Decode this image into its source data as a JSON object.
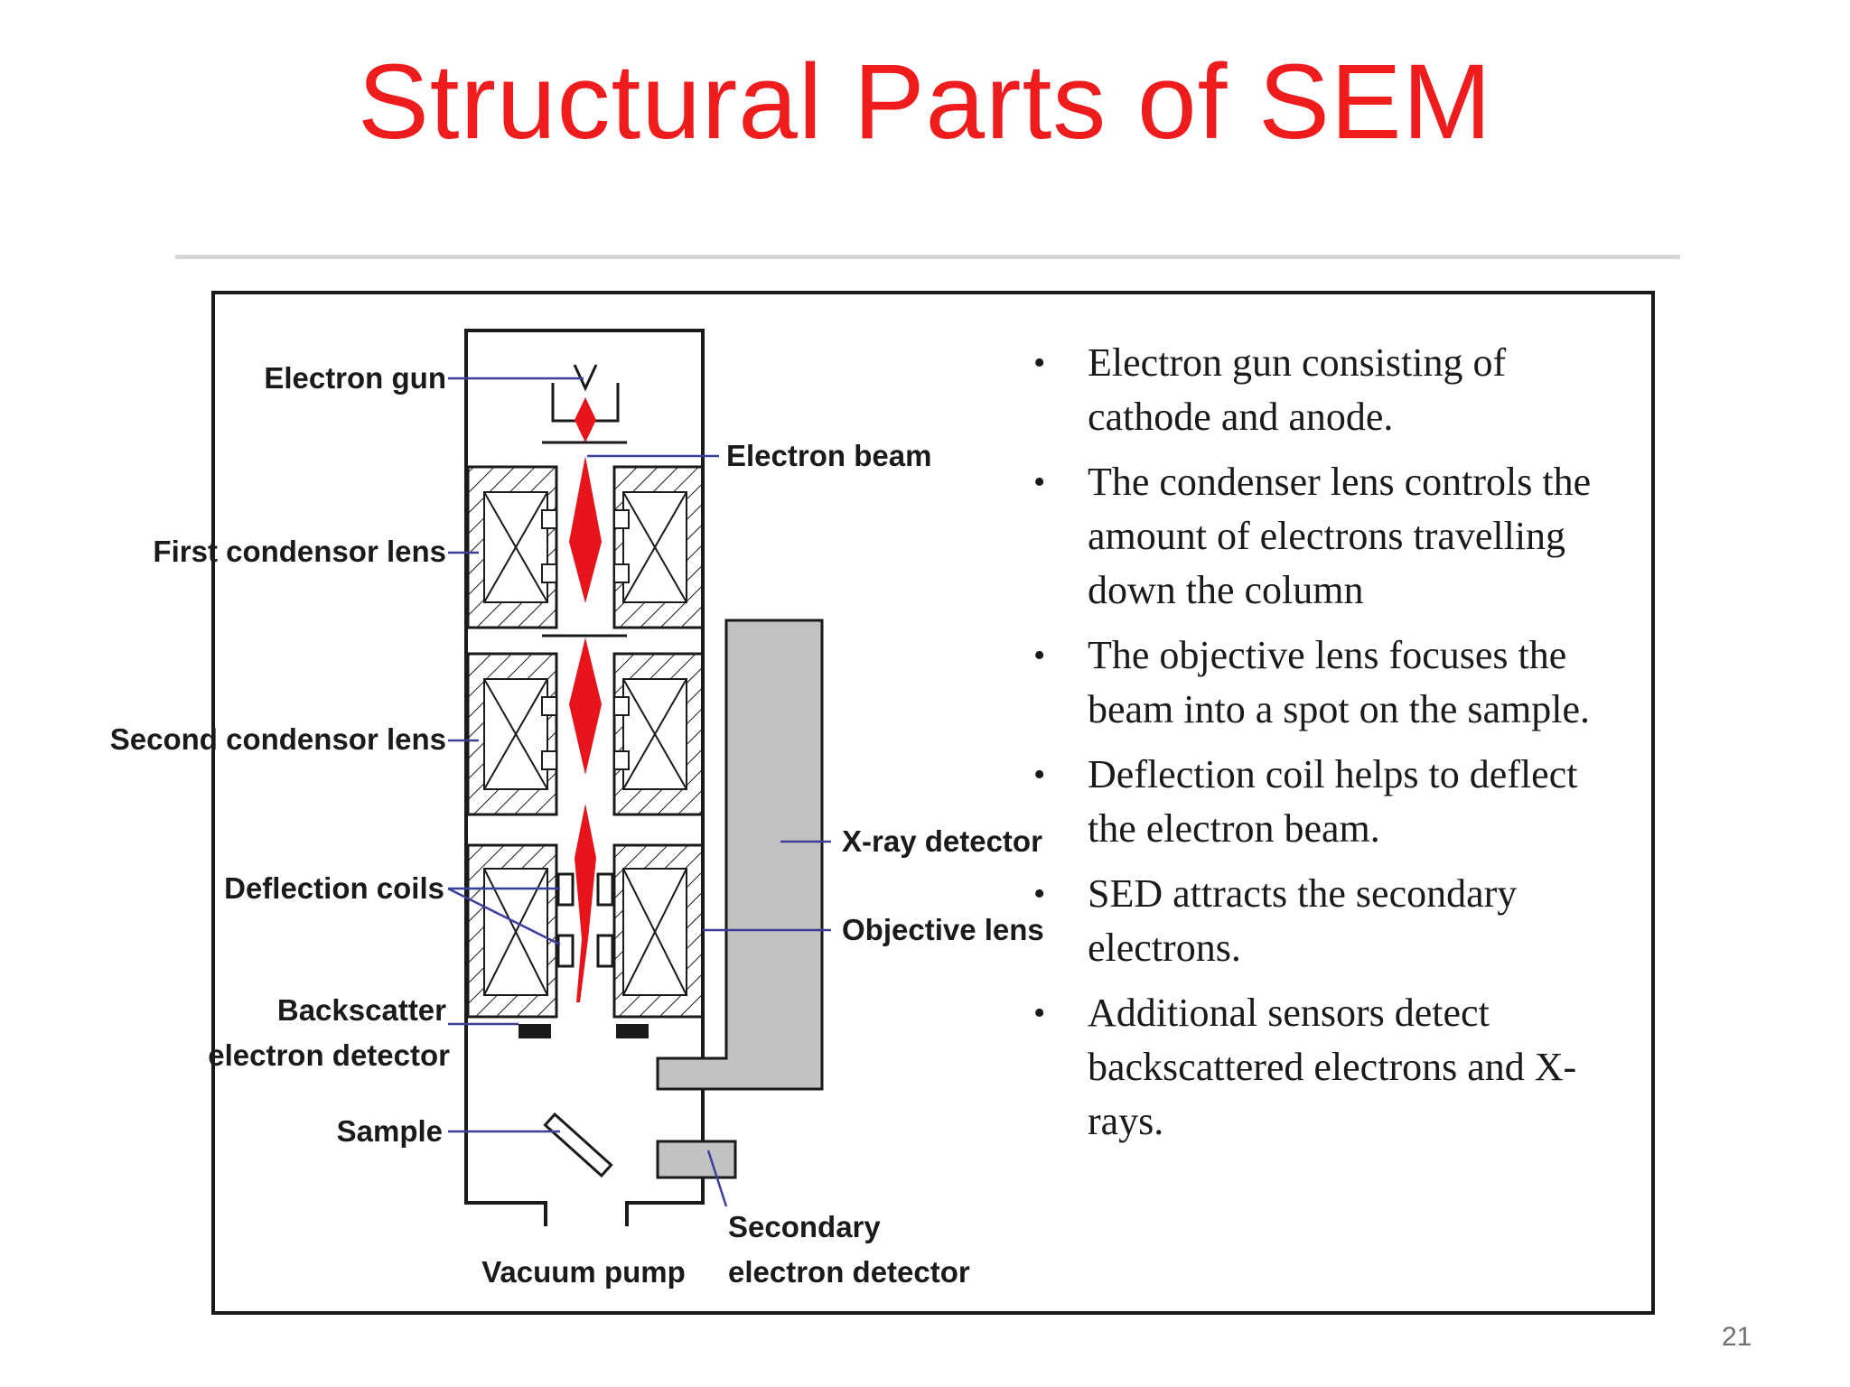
{
  "slide": {
    "title": "Structural Parts of SEM",
    "page_number": "21"
  },
  "diagram": {
    "labels": {
      "electron_gun": "Electron gun",
      "electron_beam": "Electron beam",
      "first_condensor_lens": "First condensor lens",
      "second_condensor_lens": "Second condensor lens",
      "xray_detector": "X-ray detector",
      "deflection_coils": "Deflection coils",
      "objective_lens": "Objective lens",
      "backscatter_line1": "Backscatter",
      "backscatter_line2": "electron detector",
      "sample": "Sample",
      "secondary_line1": "Secondary",
      "secondary_line2": "electron detector",
      "vacuum_pump": "Vacuum pump"
    },
    "colors": {
      "beam": "#e8141c",
      "leader_line": "#3a3f9a",
      "detector_fill": "#c2c2c2",
      "outline": "#1a1a1a"
    }
  },
  "bullets": [
    {
      "marker": "•",
      "text": "Electron gun consisting of cathode and anode."
    },
    {
      "marker": "•",
      "text": "The condenser lens controls the  amount of electrons travelling down the column"
    },
    {
      "marker": "•",
      "text": "The objective lens focuses the beam into a spot on the sample."
    },
    {
      "marker": "•",
      "text": "Deflection coil helps to deflect the electron beam."
    },
    {
      "marker": "•",
      "text": "SED attracts the secondary electrons."
    },
    {
      "marker": "•",
      "text": " Additional sensors detect backscattered electrons and X-rays."
    }
  ]
}
